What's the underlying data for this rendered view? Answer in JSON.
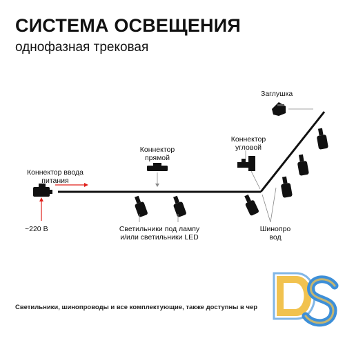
{
  "header": {
    "title": "СИСТЕМА ОСВЕЩЕНИЯ",
    "subtitle": "однофазная трековая"
  },
  "labels": {
    "plug": "Заглушка",
    "connector_corner_line1": "Коннектор",
    "connector_corner_line2": "угловой",
    "connector_straight_line1": "Коннектор",
    "connector_straight_line2": "прямой",
    "power_input_line1": "Коннектор ввода",
    "power_input_line2": "питания",
    "voltage": "~220 В",
    "lamps_line1": "Светильники под лампу",
    "lamps_line2": "и/или светильники LED",
    "busbar_line1": "Шинопро",
    "busbar_line2": "вод"
  },
  "footer": {
    "note": "Светильники, шинопроводы и все комплектующие, также доступны в чер"
  },
  "colors": {
    "track": "#111111",
    "pointer": "#888888",
    "power_arrow": "#e0201b",
    "logo_yellow": "#f1c24f",
    "logo_blue": "#3d8fd8"
  }
}
